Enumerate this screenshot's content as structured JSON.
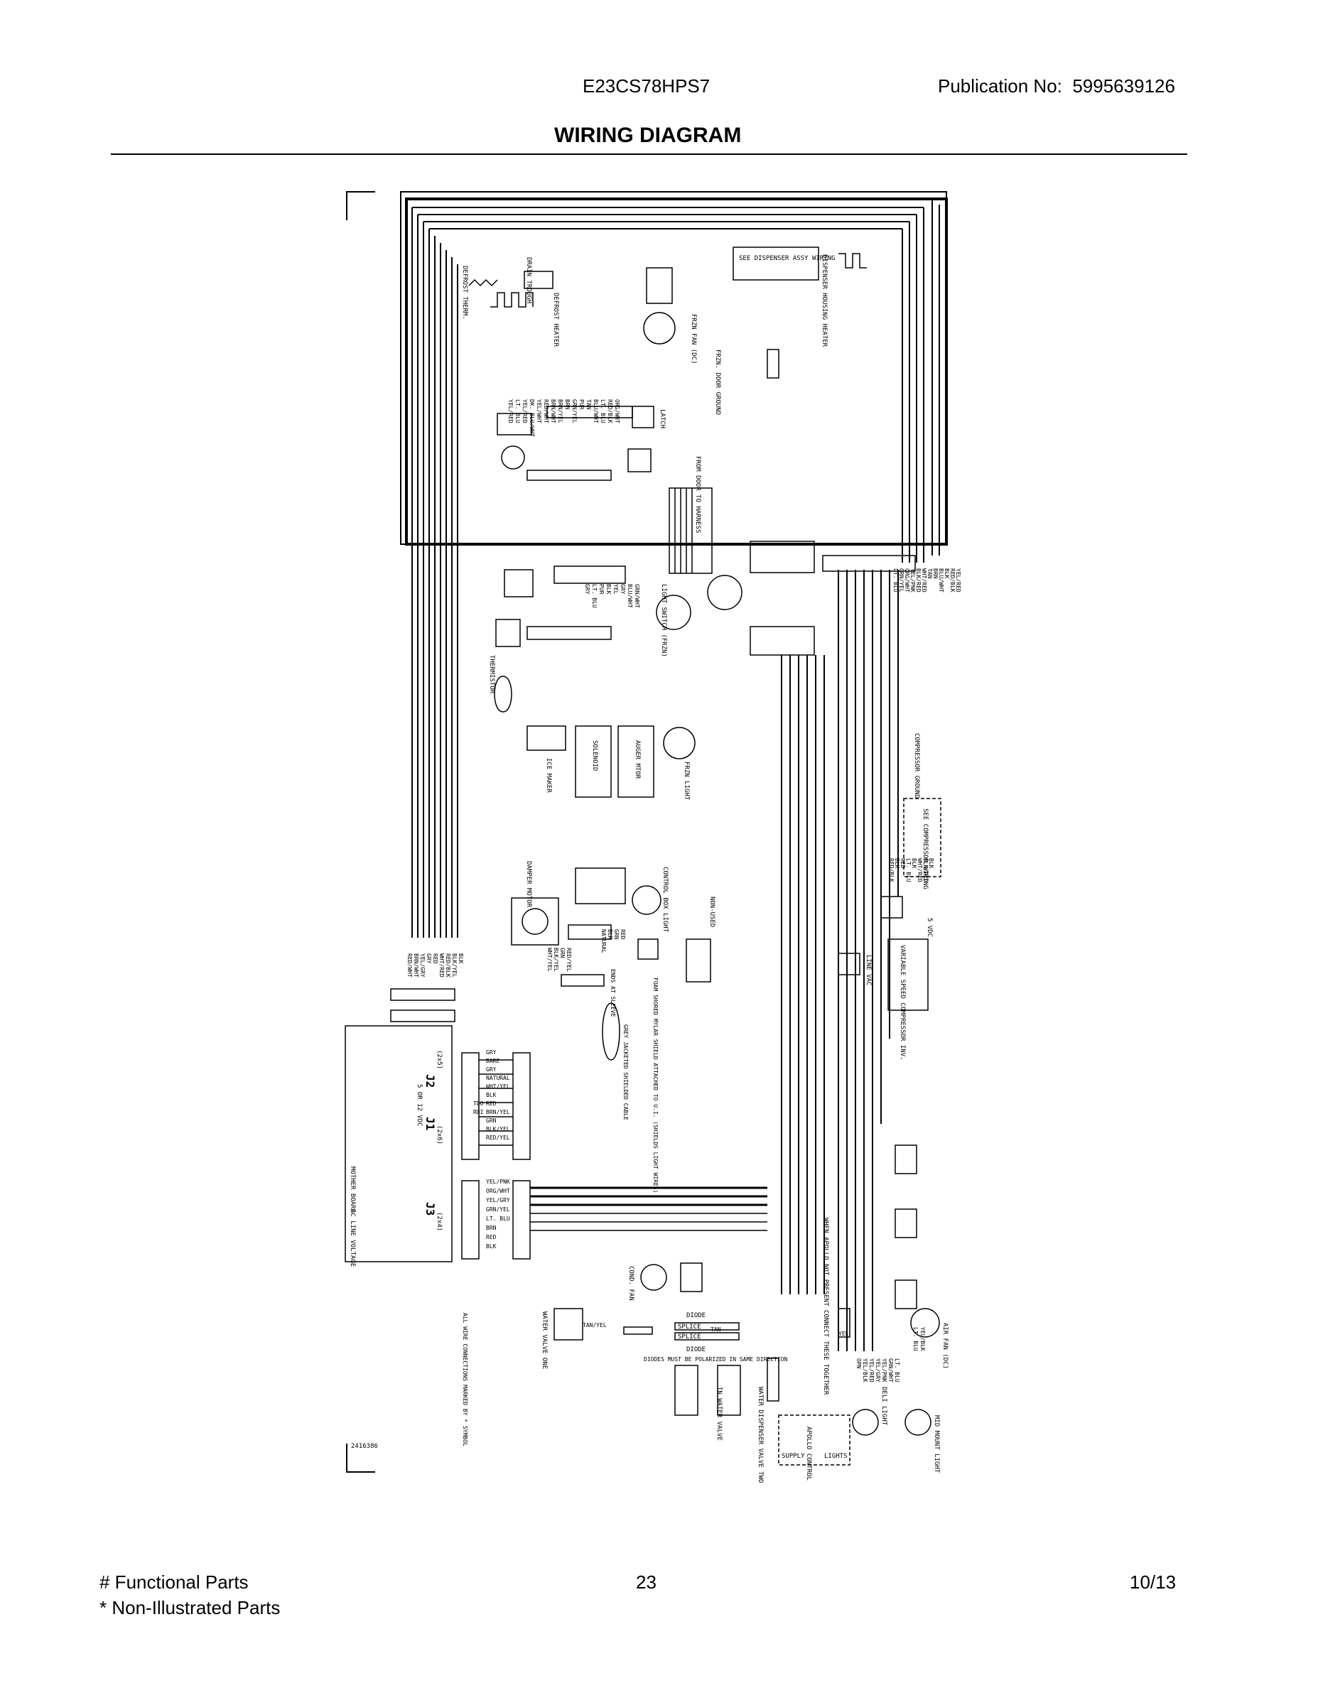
{
  "header": {
    "model": "E23CS78HPS7",
    "publication_label": "Publication No:",
    "publication_number": "5995639126",
    "title": "WIRING DIAGRAM"
  },
  "footer": {
    "functional_parts": "# Functional Parts",
    "non_illustrated": "* Non-Illustrated Parts",
    "page": "23",
    "date": "10/13"
  },
  "diagram": {
    "drawing_number": "2416386",
    "components": {
      "defrost_therm": "DEFROST THERM.",
      "drain_trough": "DRAIN TROUGH",
      "defrost_heater": "DEFROST HEATER",
      "frzn_fan": "FRZN FAN (DC)",
      "frzn_door_ground": "FRZN. DOOR GROUND",
      "dispenser_wiring": "SEE DISPENSER ASSY WIRING",
      "dispenser_heater": "DISPENSER HOUSING HEATER",
      "latch": "LATCH",
      "from_door": "FROM DOOR TO HARNESS",
      "light_switch": "LIGHT SWITCH (FRZN)",
      "thermistor": "THERMISTOR",
      "ice_maker": "ICE MAKER",
      "solenoid": "SOLENOID",
      "auger_motor": "AUGER MTOR",
      "frzn_light": "FRZN LIGHT",
      "compressor_ground": "COMPRESSOR GROUND",
      "compressor_wiring": "SEE COMPRESSOR WIRING",
      "damper_motor": "DAMPER MOTOR",
      "control_box_light": "CONTROL BOX LIGHT",
      "nonsense": "NON-USED",
      "vs_compressor": "VARIABLE SPEED COMPRESSOR INV.",
      "line_vac": "LINE VAC",
      "vdc": "5 VDC",
      "mother_board": "MOTHER BOARD",
      "ac_line_voltage": "AC LINE VOLTAGE",
      "cond_fan": "COND. FAN",
      "water_valve": "WATER VALVE ONE",
      "diode": "DIODE",
      "splice": "SPLICE",
      "diodes_note": "DIODES MUST BE POLARIZED IN SAME DIRECTION",
      "apollo_note": "WHEN APOLLO NOT PRESENT CONNECT THESE TOGETHER",
      "in_water_valve": "IN WATER VALVE",
      "dispenser_valve": "WATER DISPENSER VALVE TWO",
      "apollo_control": "APOLLO CONTROL",
      "supply": "SUPPLY",
      "lights": "LIGHTS",
      "deli_light": "DELI LIGHT",
      "air_fan": "AIR FAN (DC)",
      "mid_mount_light": "MID MOUNT LIGHT",
      "ground_note": "ALL WIRE CONNECTIONS MARKED BY * SYMBOL",
      "foam_note": "FOAM SHORED MYLAR SHIELD ATTACHED TO U.I. (SHIELDS LIGHT WIRES)",
      "grey_cable": "GREY JACKETED SHIELDED CABLE",
      "ends_sleeve": "ENDS AT SLEEVE"
    },
    "connectors": {
      "j1": "J1",
      "j2": "J2",
      "j3": "J3",
      "j1_size": "(2x6)",
      "j2_size": "(2x5)",
      "j3_size": "(2x4)",
      "j2_volt": "5 OR 12 VDC"
    },
    "wire_colors_upper": [
      "YEL/RED",
      "LT. BLU",
      "YEL/RED",
      "DK. BLU/WHT",
      "YEL/WHT",
      "RED/WHT",
      "BRN/WHT",
      "BRN/YEL",
      "BRN",
      "GRN/YEL",
      "PUR",
      "TAN",
      "BLU/WHT",
      "LT. BLU",
      "RED/BLK",
      "ORG/WHT"
    ],
    "wire_colors_right": [
      "YEL/RED",
      "RED/BLK",
      "BLK",
      "BLU/WHT",
      "BRN",
      "TAN",
      "WHT/RED",
      "BLK/RED",
      "YEL/PNK",
      "ORG/WHT",
      "GRN/YEL",
      "LT. BLU"
    ],
    "wire_colors_mid": [
      "GRN/WHT",
      "BLU/WHT",
      "GRY",
      "YEL",
      "BLK",
      "PUR",
      "LT. BLU",
      "GRY"
    ],
    "wire_colors_board_top": [
      "BLK",
      "BLK/YEL",
      "RED/BLK",
      "WHT/RED",
      "RED",
      "GRY",
      "YEL/GRY",
      "BRN/WHT",
      "RED/WHT"
    ],
    "j2_pins": [
      "GRY",
      "BARE",
      "GRY",
      "NATURAL",
      "WHT/YEL",
      "BLK",
      "RED",
      "BRN/YEL",
      "GRN",
      "BLK/YEL",
      "RED/YEL"
    ],
    "j2_pin_tags": [
      "TDO",
      "RDI"
    ],
    "j3_pins": [
      "YEL/PNK",
      "ORG/WHT",
      "YEL/GRY",
      "GRN/YEL",
      "LT. BLU",
      "BRN",
      "RED",
      "BLK"
    ],
    "damper_wires": [
      "RED/YEL",
      "GRN",
      "BLK/YEL",
      "WHT/YEL"
    ],
    "cbox_wires": [
      "RED",
      "GRN",
      "BLK",
      "NATURAL"
    ],
    "bottom_wires": [
      "TAN/YEL",
      "TAN",
      "YEL"
    ],
    "apollo_pins": [
      "OPN",
      "YEL/BLK",
      "YEL/RED",
      "YEL/GRY",
      "YEL/PNK",
      "GRN/WHT",
      "LT. BLU"
    ],
    "comp_wires": [
      "RED/BLK",
      "BLK",
      "RED",
      "LT. BLU",
      "BLK",
      "WHT/RED",
      "BLK/RED",
      "BLK"
    ],
    "air_fan_wires": [
      "LT. BLU",
      "YEL/BLK"
    ]
  }
}
